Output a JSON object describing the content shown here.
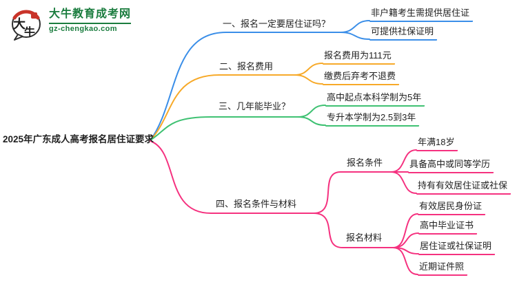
{
  "site": {
    "name": "大牛教育成考网",
    "domain": "gz-chengkao.com",
    "logo_char_1": "大",
    "logo_char_2": "牛",
    "brand_green": "#1a7c3e",
    "brand_red": "#c9342a"
  },
  "mindmap": {
    "root": "2025年广东成人高考报名居住证要求",
    "branches": [
      {
        "label": "一、报名一定要居住证吗？",
        "color": "#3a8ee8",
        "children": [
          "非户籍考生需提供居住证",
          "可提供社保证明"
        ]
      },
      {
        "label": "二、报名费用",
        "color": "#f7a928",
        "children": [
          "报名费用为111元",
          "缴费后弃考不退费"
        ]
      },
      {
        "label": "三、几年能毕业？",
        "color": "#3ec172",
        "children": [
          "高中起点本科学制为5年",
          "专升本学制为2.5到3年"
        ]
      },
      {
        "label": "四、报名条件与材料",
        "color": "#f5317f",
        "groups": [
          {
            "label": "报名条件",
            "children": [
              "年满18岁",
              "具备高中或同等学历",
              "持有有效居住证或社保"
            ]
          },
          {
            "label": "报名材料",
            "children": [
              "有效居民身份证",
              "高中毕业证书",
              "居住证或社保证明",
              "近期证件照"
            ]
          }
        ]
      }
    ]
  }
}
